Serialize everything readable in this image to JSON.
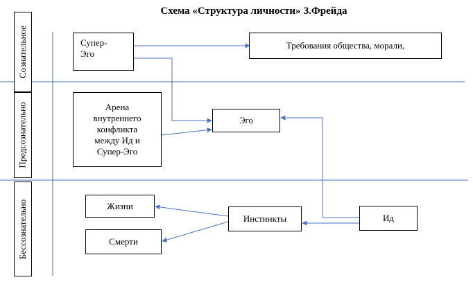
{
  "title": "Схема «Структура личности» З.Фрейда",
  "zones": {
    "conscious": "Сознательное",
    "preconscious": "Предсознательно",
    "unconscious": "Бессознательно"
  },
  "nodes": {
    "superego": "Супер-\nЭго",
    "society": "Требования общества, морали,",
    "arena": "Арена\nвнутреннего\nконфликта\nмежду Ид и\nСупер-Эго",
    "ego": "Эго",
    "instincts": "Инстинкты",
    "id": "Ид",
    "life": "Жизни",
    "death": "Смерти"
  },
  "colors": {
    "line": "#4472c4",
    "border": "#000000"
  }
}
